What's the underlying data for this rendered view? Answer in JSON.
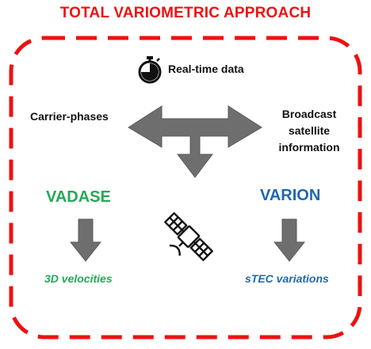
{
  "title": "TOTAL VARIOMETRIC APPROACH",
  "realtime": {
    "label": "Real-time data",
    "icon": "stopwatch-icon"
  },
  "inputs": {
    "left": "Carrier-phases",
    "right_lines": [
      "Broadcast",
      "satellite",
      "information"
    ]
  },
  "methods": {
    "left": {
      "name": "VADASE",
      "output": "3D velocities",
      "color": "#22aa55"
    },
    "right": {
      "name": "VARION",
      "output": "sTEC variations",
      "color": "#1f67b0"
    }
  },
  "center_icon": "satellite-icon",
  "colors": {
    "frame": "#ee1111",
    "title": "#ee1111",
    "arrow": "#6e6e6e"
  }
}
